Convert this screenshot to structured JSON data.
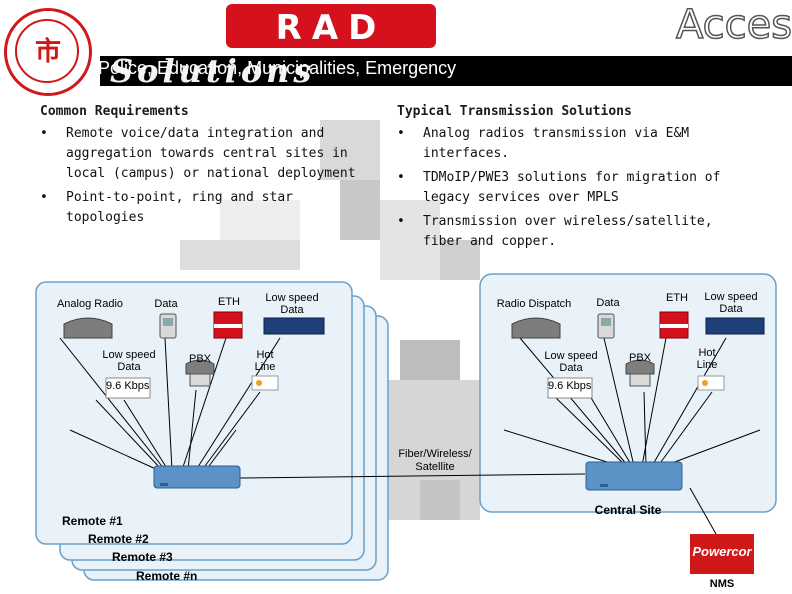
{
  "header": {
    "title_fragment": "ment",
    "subtitle": "Police, Education, Municipalities, Emergency",
    "rad_logo": "RAD",
    "access_word": "Access",
    "banner_word": "Solutions",
    "seal_glyph": "市"
  },
  "requirements": {
    "heading": "Common Requirements",
    "items": [
      "Remote voice/data integration and aggregation towards central sites in local (campus) or national deployment",
      "Point-to-point, ring and star topologies"
    ]
  },
  "solutions": {
    "heading": "Typical Transmission Solutions",
    "items": [
      "Analog radios transmission via E&M interfaces.",
      "TDMoIP/PWE3 solutions for migration of legacy services over MPLS",
      "Transmission over wireless/satellite, fiber and copper."
    ]
  },
  "remote_site": {
    "analog_radio": "Analog Radio",
    "data": "Data",
    "eth": "ETH",
    "low_speed_data": "Low speed Data",
    "low_speed_data_2": "Low speed Data",
    "pbx": "PBX",
    "hot_line": "Hot Line",
    "rate": "9.6 Kbps",
    "remotes": [
      "Remote #1",
      "Remote #2",
      "Remote #3",
      "Remote #n"
    ]
  },
  "central_site": {
    "radio_dispatch": "Radio Dispatch",
    "data": "Data",
    "eth": "ETH",
    "low_speed_data": "Low speed Data",
    "low_speed_data_2": "Low speed Data",
    "pbx": "PBX",
    "hot_line": "Hot Line",
    "rate": "9.6 Kbps",
    "label": "Central Site"
  },
  "network": {
    "link": "Fiber/Wireless/ Satellite",
    "nms": "NMS",
    "nms_logo": "Powercor"
  },
  "colors": {
    "panel_fill": "#e9f2f9",
    "panel_border": "#6aa0c8",
    "device_blue": "#5b93c6",
    "brand_red": "#d4111d"
  }
}
